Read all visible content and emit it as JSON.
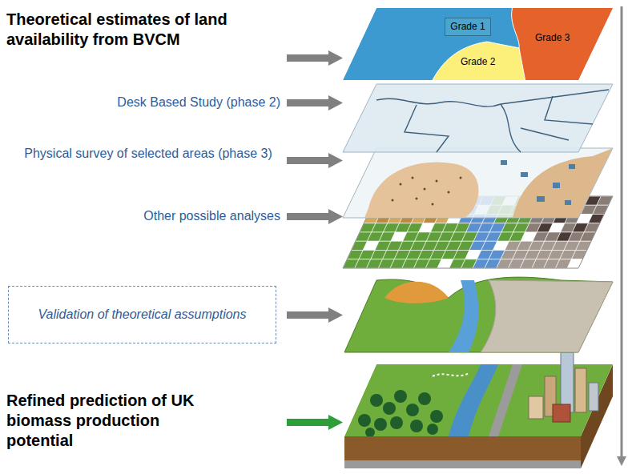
{
  "diagram": {
    "nodes": [
      {
        "text": [
          "Validation of theoretical assumptions"
        ]
      },
      {
        "text": [
          "Grade 1"
        ]
      }
    ],
    "labels": [
      "Theoretical estimates of land availability from BVCM",
      "Desk Based Study (phase 2)",
      "Physical survey of selected areas (phase 3)",
      "Other possible analyses",
      "Refined prediction of UK biomass production potential",
      "Grade 2",
      "Grade 3"
    ]
  }
}
